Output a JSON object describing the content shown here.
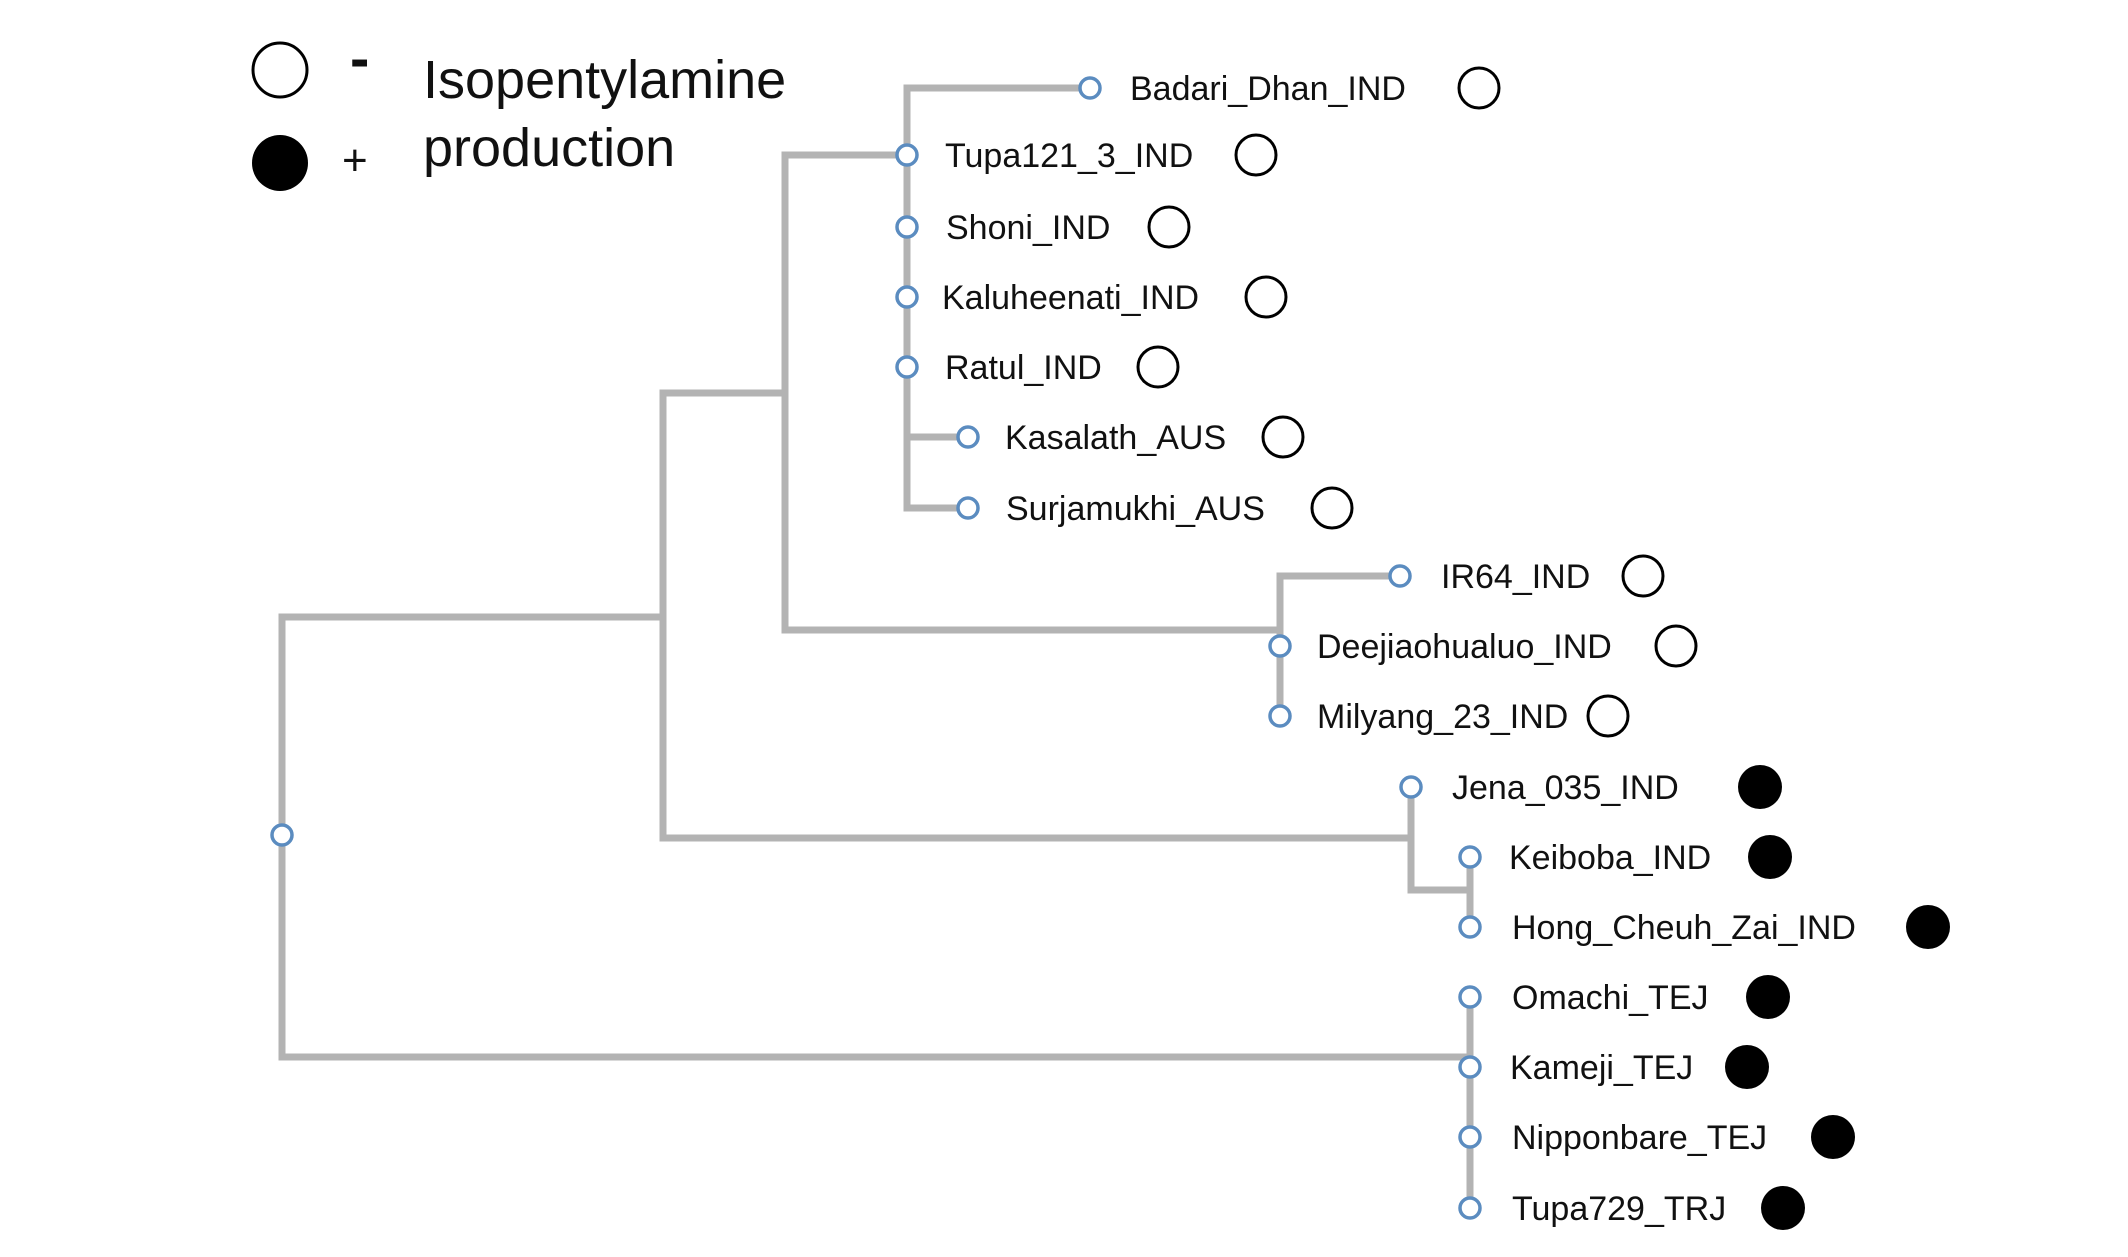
{
  "legend": {
    "negative_symbol": "-",
    "positive_symbol": "+",
    "line1": "Isopentylamine",
    "line2": "production"
  },
  "colors": {
    "branch": "#b3b3b3",
    "node_stroke": "#5b8cc0",
    "marker_negative": "#ffffff",
    "marker_positive": "#000000"
  },
  "taxa": [
    {
      "label": "Badari_Dhan_IND",
      "production": "-"
    },
    {
      "label": "Tupa121_3_IND",
      "production": "-"
    },
    {
      "label": "Shoni_IND",
      "production": "-"
    },
    {
      "label": "Kaluheenati_IND",
      "production": "-"
    },
    {
      "label": "Ratul_IND",
      "production": "-"
    },
    {
      "label": "Kasalath_AUS",
      "production": "-"
    },
    {
      "label": "Surjamukhi_AUS",
      "production": "-"
    },
    {
      "label": "IR64_IND",
      "production": "-"
    },
    {
      "label": "Deejiaohualuo_IND",
      "production": "-"
    },
    {
      "label": "Milyang_23_IND",
      "production": "-"
    },
    {
      "label": "Jena_035_IND",
      "production": "+"
    },
    {
      "label": "Keiboba_IND",
      "production": "+"
    },
    {
      "label": "Hong_Cheuh_Zai_IND",
      "production": "+"
    },
    {
      "label": "Omachi_TEJ",
      "production": "+"
    },
    {
      "label": "Kameji_TEJ",
      "production": "+"
    },
    {
      "label": "Nipponbare_TEJ",
      "production": "+"
    },
    {
      "label": "Tupa729_TRJ",
      "production": "+"
    }
  ]
}
